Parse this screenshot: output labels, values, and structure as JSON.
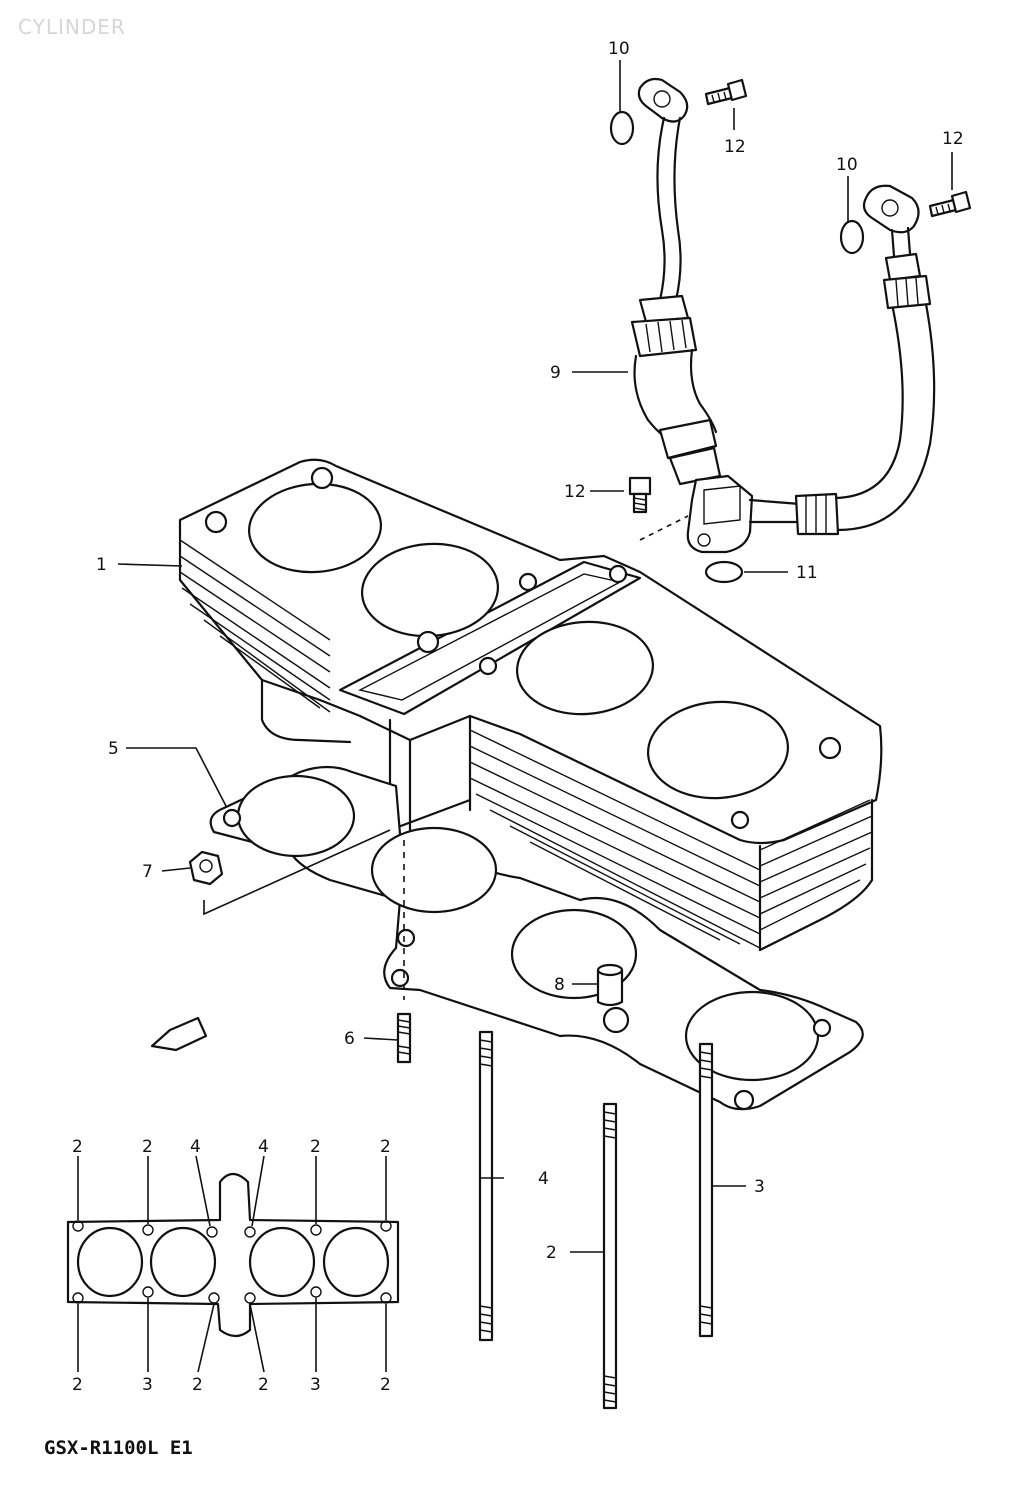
{
  "watermark": "CYLINDER",
  "model_code": "GSX-R1100L E1",
  "callouts": {
    "c1": "1",
    "c2a": "2",
    "c3a": "3",
    "c4a": "4",
    "c5": "5",
    "c6": "6",
    "c7": "7",
    "c8": "8",
    "c9": "9",
    "c10a": "10",
    "c10b": "10",
    "c11": "11",
    "c12a": "12",
    "c12b": "12",
    "c12c": "12"
  },
  "stud_map": {
    "top": [
      "2",
      "2",
      "4",
      "4",
      "2",
      "2"
    ],
    "bottom": [
      "2",
      "3",
      "2",
      "2",
      "3",
      "2"
    ]
  }
}
